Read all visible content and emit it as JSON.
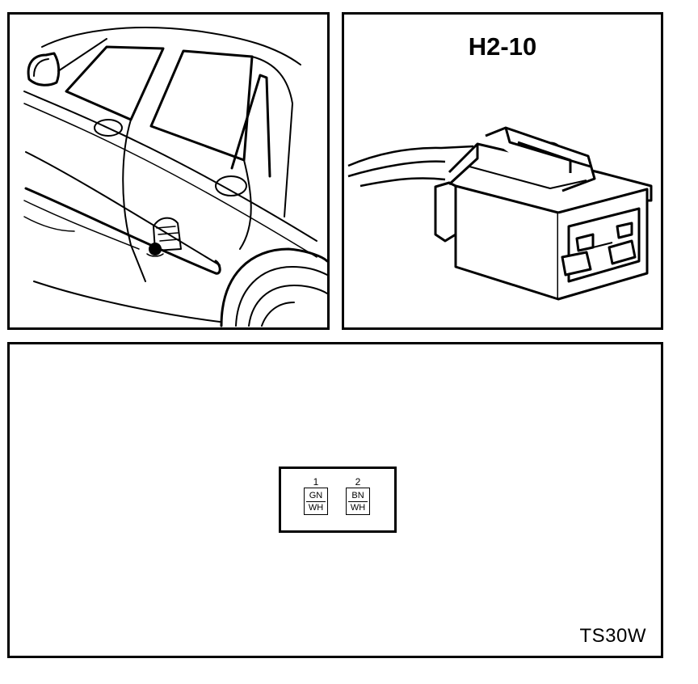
{
  "connector": {
    "title": "H2-10",
    "pins": [
      {
        "number": "1",
        "wire_top": "GN",
        "wire_bottom": "WH"
      },
      {
        "number": "2",
        "wire_top": "BN",
        "wire_bottom": "WH"
      }
    ]
  },
  "figure_code": "TS30W"
}
